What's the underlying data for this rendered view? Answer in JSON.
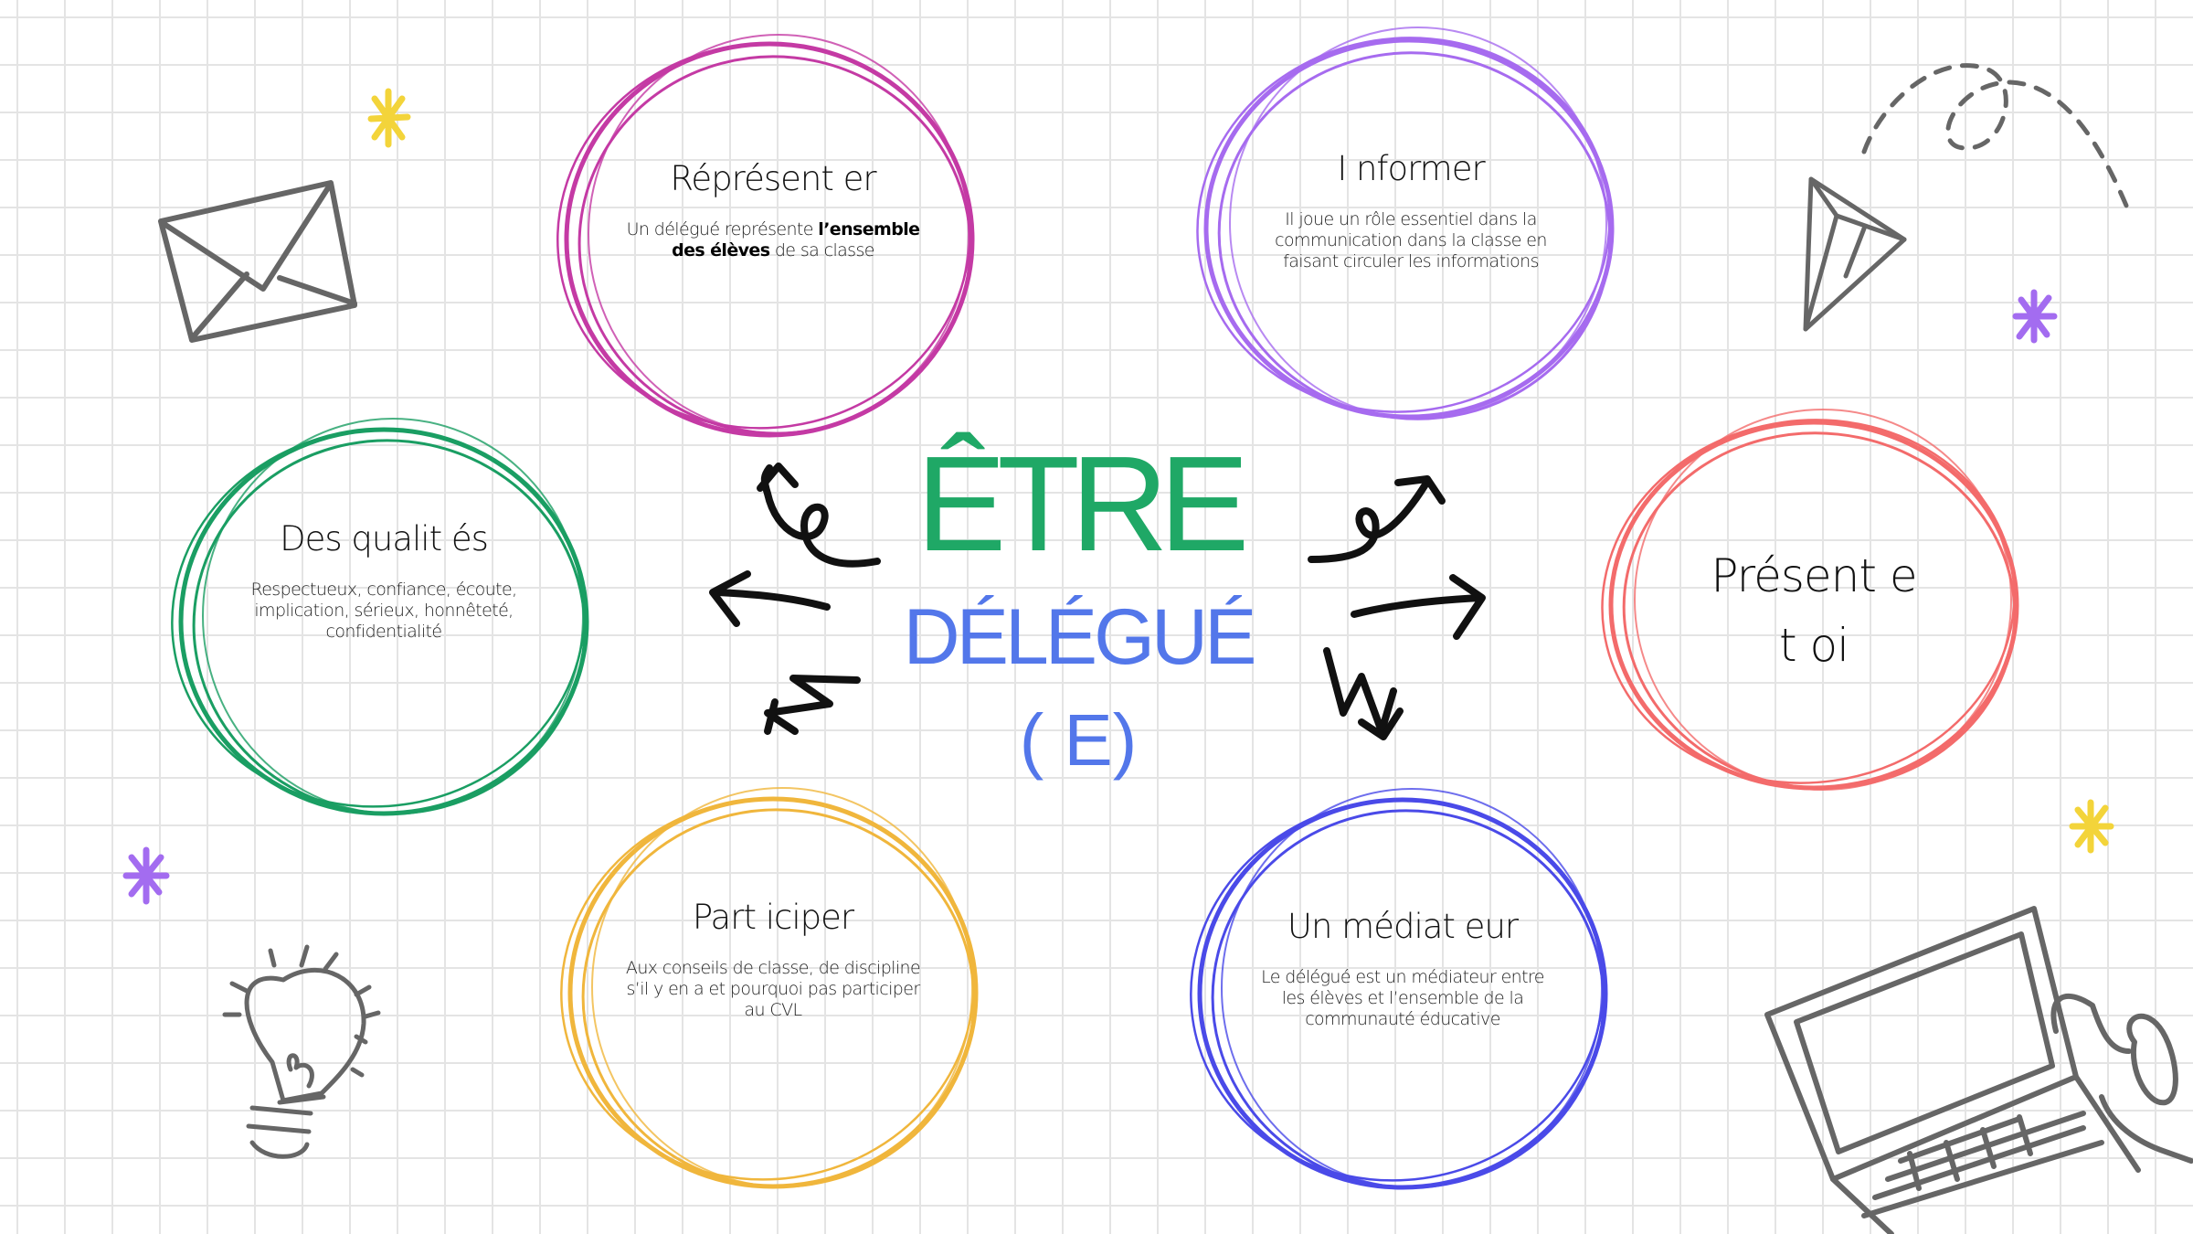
{
  "center": {
    "line1": "ÊTRE",
    "line2": "DÉLÉGUÉ",
    "line3": "( E)"
  },
  "colors": {
    "green": "#1fa866",
    "blue_text": "#5377ea",
    "magenta": "#c43aa4",
    "purple": "#a66bef",
    "circle_green": "#1a9e63",
    "coral": "#f36b6b",
    "yellow": "#f0b63c",
    "blue": "#4a4ae8",
    "sketch_gray": "#666666",
    "star_yellow": "#f3d43a",
    "star_purple": "#a36cf0"
  },
  "bubbles": {
    "representer": {
      "title": "Réprésent er",
      "desc_pre": "Un délégué représente ",
      "desc_bold": "l’ensemble des élèves",
      "desc_post": " de sa classe"
    },
    "informer": {
      "title": "I nformer",
      "desc": "Il joue un rôle essentiel dans la communication dans la classe en faisant circuler les informations"
    },
    "qualites": {
      "title": "Des qualit és",
      "desc": "Respectueux, confiance, écoute, implication, sérieux, honnêteté, confidentialité"
    },
    "presente": {
      "title_line1": "Présent e",
      "title_line2": "t oi"
    },
    "participer": {
      "title": "Part iciper",
      "desc": "Aux conseils de classe, de discipline s’il y en a et pourquoi pas participer au CVL"
    },
    "mediateur": {
      "title": "Un médiat eur",
      "desc": "Le délégué est un médiateur entre les élèves et l’ensemble de la communauté éducative"
    }
  },
  "icons": [
    "envelope-icon",
    "paper-plane-icon",
    "lightbulb-icon",
    "laptop-icon",
    "sparkle-icon",
    "arrow-icon"
  ]
}
